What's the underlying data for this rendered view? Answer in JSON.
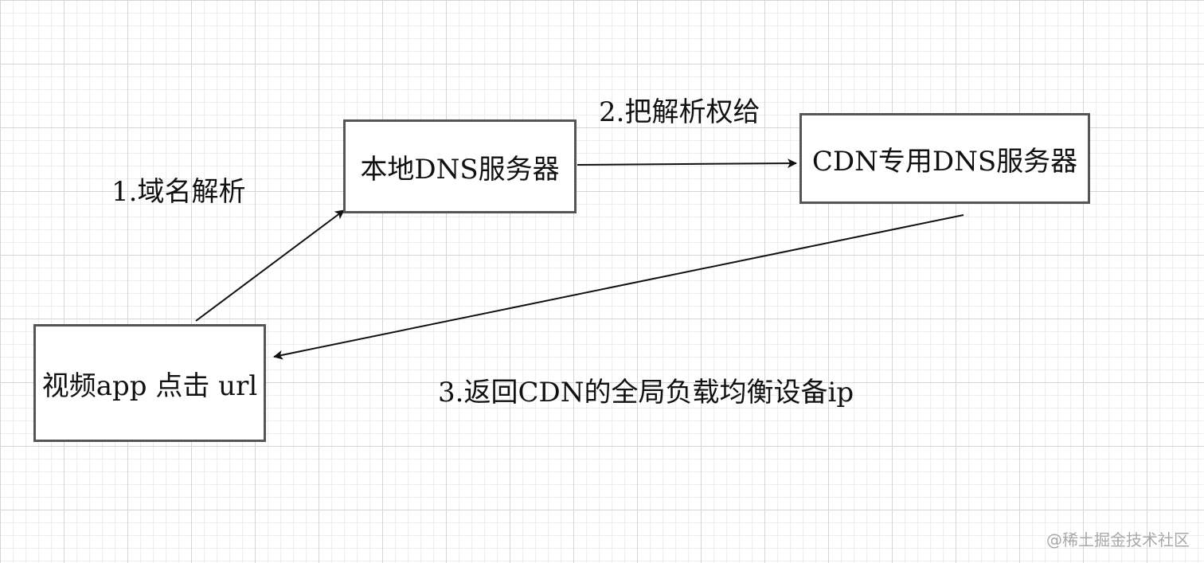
{
  "nodes": {
    "app": {
      "label": "视频app 点击 url"
    },
    "local_dns": {
      "label": "本地DNS服务器"
    },
    "cdn_dns": {
      "label": "CDN专用DNS服务器"
    }
  },
  "edges": {
    "step1": {
      "label": "1.域名解析"
    },
    "step2": {
      "label": "2.把解析权给"
    },
    "step3": {
      "label": "3.返回CDN的全局负载均衡设备ip"
    }
  },
  "watermark": "@稀土掘金技术社区",
  "colors": {
    "line": "#111111",
    "box_border": "#555555",
    "grid_major": "#d6d6d6",
    "grid_minor": "#eeeeee"
  }
}
